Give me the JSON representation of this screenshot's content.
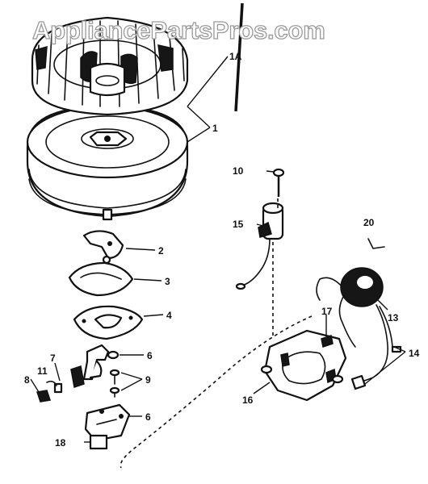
{
  "watermark": "AppliancePartsPros.com",
  "callouts": {
    "c1a": "1A",
    "c1": "1",
    "c2": "2",
    "c3": "3",
    "c4": "4",
    "c6a": "6",
    "c6b": "6",
    "c7": "7",
    "c8": "8",
    "c9": "9",
    "c10": "10",
    "c11": "11",
    "c13": "13",
    "c14": "14",
    "c15": "15",
    "c16": "16",
    "c17": "17",
    "c18": "18",
    "c20": "20"
  }
}
